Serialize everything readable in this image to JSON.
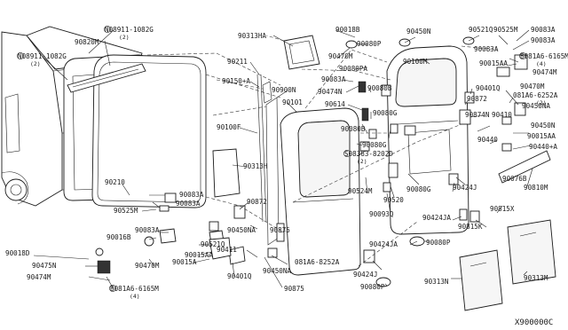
{
  "diagram": {
    "labels": {
      "p08911_1082g_top": "N08911-1082G",
      "p08911_1082g_top_qty": "(2)",
      "p08911_1082g_left": "N08911-1082G",
      "p08911_1082g_left_qty": "(2)",
      "p90820m": "90820M",
      "p90313ha": "90313HA",
      "p90211": "90211",
      "p90150a": "90150+A",
      "p90900n": "90900N",
      "p90101": "90101",
      "p90100f": "90100F",
      "p90313h": "90313H",
      "p90210": "90210",
      "p90083a_a": "90083A",
      "p90083a_b": "90083A",
      "p90525m_l": "90525M",
      "p90872_l": "90872",
      "p90450na_l": "90450NA",
      "p90875_a": "90875",
      "p90018d": "90018D",
      "p90016b": "90016B",
      "p90083a_c": "90083A",
      "p90521q_l": "90521Q",
      "p90015aa_l": "90015AA",
      "p90015a_l": "90015A",
      "p90475n": "90475N",
      "p90470m_l": "90470M",
      "p90474m_l": "90474M",
      "p081a6_6165m_l": "B081A6-6165M",
      "p081a6_6165m_l_qty": "(4)",
      "p90411": "90411",
      "p90401q_l": "90401Q",
      "p90450na_b": "90450NA",
      "p081a6_8252a_l": "081A6-8252A",
      "p90875_b": "90875",
      "p90018b": "90018B",
      "p90470m_t": "90470M",
      "p90080p_t": "90080P",
      "p90080pa": "90080PA",
      "p90083a_d": "90083A",
      "p90474n": "90474N",
      "p90080b": "90080B",
      "p90614": "90614",
      "p90080g_a": "90080G",
      "p90080b_b": "90080B",
      "p90080g_b": "90080G",
      "p08363_8202d": "S08363-8202D",
      "p08363_8202d_qty": "(2)",
      "p90524m": "90524M",
      "p90520": "90520",
      "p90093q": "90093Q",
      "p90450n_t": "90450N",
      "p90100m": "90100M",
      "p90521q_t": "90521Q",
      "p90083a_e": "90083A",
      "p90525m_t": "90525M",
      "p90083a_f": "90083A",
      "p90083a_g": "90083A",
      "p081a6_6165m_r": "B081A6-6165M",
      "p081a6_6165m_r_qty": "(4)",
      "p90015aa_r": "90015AA",
      "p90474m_r": "90474M",
      "p90470m_r": "90470M",
      "p90401q_r": "90401Q",
      "p081a6_6252a": "081A6-6252A",
      "p081a6_6252a_qty": "(2)",
      "p90872_r": "90872",
      "p90450na_r": "90450NA",
      "p90874n": "90874N",
      "p90410": "90410",
      "p90450n_r": "90450N",
      "p90015aa_r2": "90015AA",
      "p90440": "90440",
      "p90440a": "90440+A",
      "p90080g_c": "90080G",
      "p90424j_a": "90424J",
      "p90076b": "90076B",
      "p90810m": "90810M",
      "p90424ja_a": "90424JA",
      "p90815x": "90815X",
      "p90815k": "90815K",
      "p90424ja_b": "90424JA",
      "p90080p_b": "90080P",
      "p90424j_b": "90424J",
      "p90080p_c": "90080P",
      "p90313n": "90313N",
      "p90313m": "90313M",
      "catalog": "X900000C"
    }
  }
}
